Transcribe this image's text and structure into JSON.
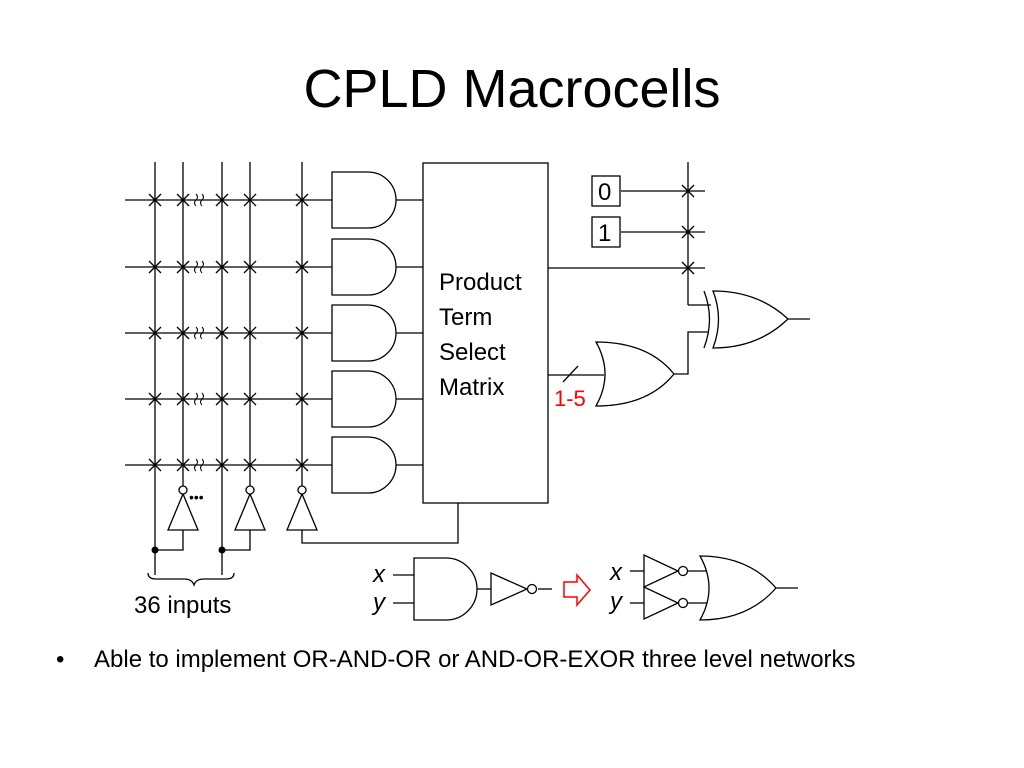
{
  "slide": {
    "title": "CPLD Macrocells",
    "bullets": [
      {
        "mark": "•",
        "text": "Able to implement OR-AND-OR or AND-OR-EXOR three level networks"
      }
    ]
  },
  "diagram": {
    "matrix_label_lines": [
      "Product",
      "Term",
      "Select",
      "Matrix"
    ],
    "constant_zero": "0",
    "constant_one": "1",
    "term_count_label": "1-5",
    "inputs_label": "36 inputs",
    "ellipsis": "•••",
    "demorgan": {
      "left_inputs": [
        "x",
        "y"
      ],
      "right_inputs": [
        "x",
        "y"
      ]
    },
    "colors": {
      "line": "#000000",
      "accent": "#ff0000"
    }
  }
}
